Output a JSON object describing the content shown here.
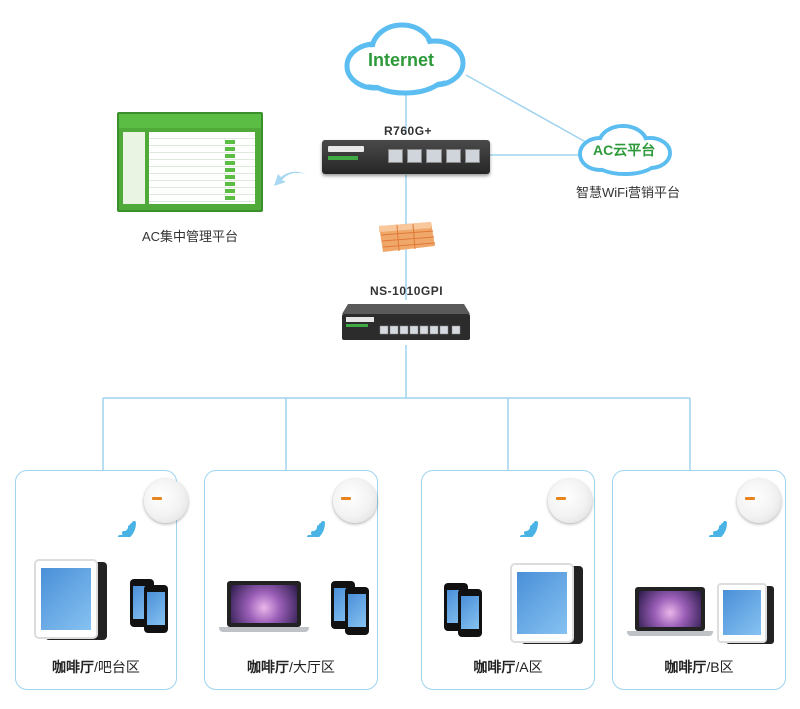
{
  "internet": {
    "label": "Internet"
  },
  "ac_cloud": {
    "label": "AC云平台",
    "caption": "智慧WiFi营销平台"
  },
  "router": {
    "label": "R760G+"
  },
  "switch": {
    "label": "NS-1010GPI"
  },
  "management": {
    "caption": "AC集中管理平台"
  },
  "zones": [
    {
      "name": "咖啡厅",
      "area": "/吧台区"
    },
    {
      "name": "咖啡厅",
      "area": "/大厅区"
    },
    {
      "name": "咖啡厅",
      "area": "/A区"
    },
    {
      "name": "咖啡厅",
      "area": "/B区"
    }
  ],
  "colors": {
    "line": "#9fd3ee",
    "cloud": "#5bbdf0",
    "green": "#2d9a3a",
    "wifi": "#4ab3e6"
  }
}
